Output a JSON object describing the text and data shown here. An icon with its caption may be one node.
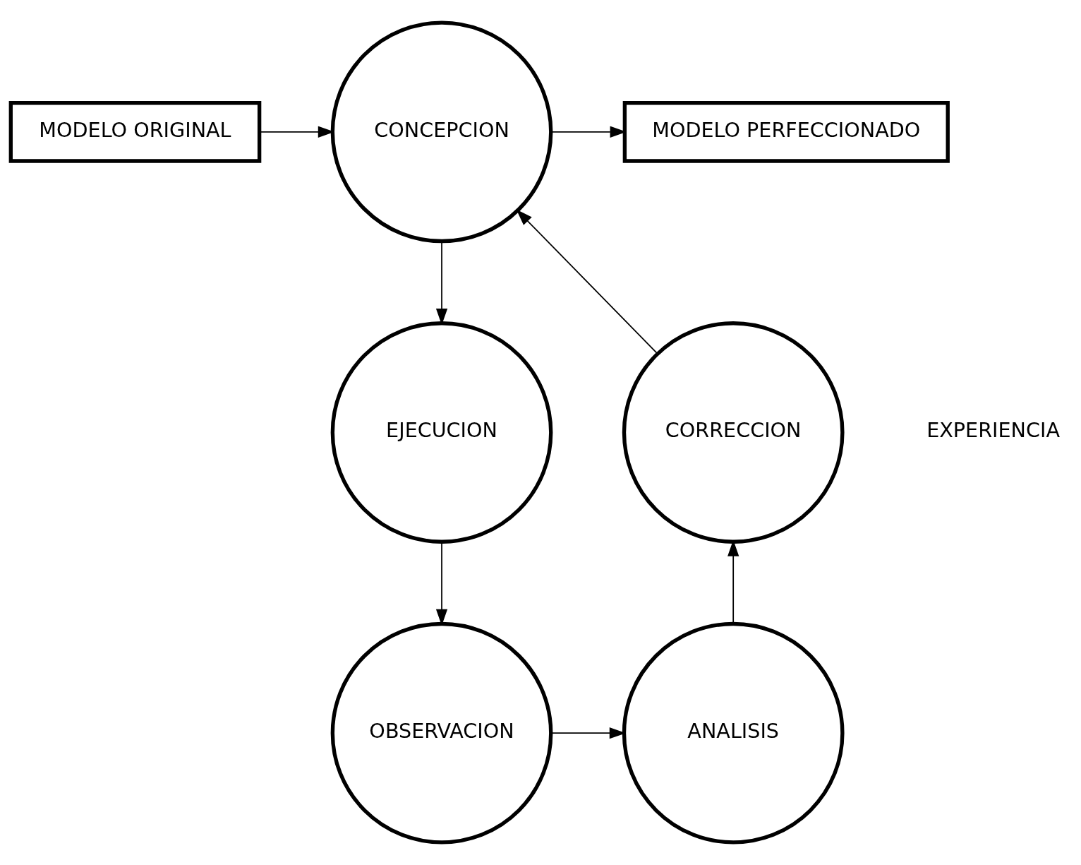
{
  "diagram": {
    "nodes": [
      {
        "text": [
          "MODELO ORIGINAL"
        ]
      },
      {
        "text": [
          "CONCEPCION"
        ]
      },
      {
        "text": [
          "MODELO PERFECCIONADO"
        ]
      },
      {
        "text": [
          "EJECUCION"
        ]
      },
      {
        "text": [
          "OBSERVACION"
        ]
      },
      {
        "text": [
          "ANALISIS"
        ]
      },
      {
        "text": [
          "CORRECCION"
        ]
      }
    ],
    "edges": [
      {
        "from": 0,
        "to": 1,
        "arrow": "to"
      },
      {
        "from": 1,
        "to": 2,
        "arrow": "to"
      },
      {
        "from": 1,
        "to": 3,
        "arrow": "to"
      },
      {
        "from": 3,
        "to": 4,
        "arrow": "to"
      },
      {
        "from": 4,
        "to": 5,
        "arrow": "to"
      },
      {
        "from": 5,
        "to": 6,
        "arrow": "to"
      },
      {
        "from": 6,
        "to": 1,
        "arrow": "to"
      }
    ],
    "labels": [
      "EXPERIENCIA"
    ]
  }
}
